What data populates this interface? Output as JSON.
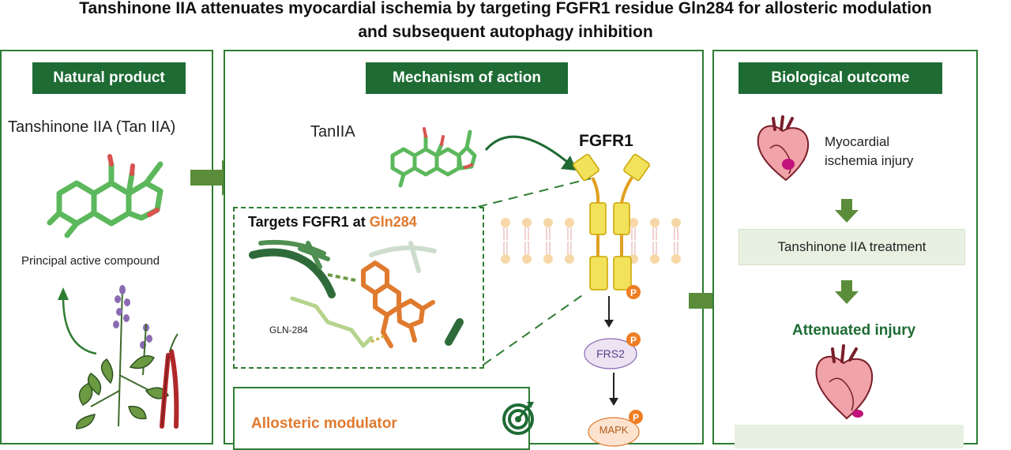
{
  "title": {
    "line1": "Tanshinone IIA attenuates myocardial ischemia by targeting FGFR1 residue Gln284 for allosteric modulation",
    "line2": "and subsequent autophagy inhibition"
  },
  "panels": {
    "natural_product": {
      "header": "Natural product",
      "compound_name": "Tanshinone IIA (Tan IIA)",
      "compound_caption": "Principal active compound"
    },
    "mechanism": {
      "header": "Mechanism of action",
      "ligand_label": "TanIIA",
      "receptor_label": "FGFR1",
      "inset_title_prefix": "Targets FGFR1 at ",
      "inset_title_residue": "Gln284",
      "residue_label": "GLN-284",
      "phospho_label": "P",
      "frs2_label": "FRS2",
      "mapk_label": "MAPK",
      "bottom_box_title": "Allosteric modulator"
    },
    "outcome": {
      "header": "Biological outcome",
      "injury_label_line1": "Myocardial",
      "injury_label_line2": "ischemia injury",
      "treatment_label": "Tanshinone IIA treatment",
      "result_label": "Attenuated injury"
    }
  },
  "colors": {
    "panel_border": "#2e7d32",
    "header_bg": "#1e6b34",
    "molecule_green": "#5cb85c",
    "residue_orange": "#e07a2e",
    "receptor_yellow": "#f2e15a",
    "phospho_orange": "#ef7d22",
    "arrow_green": "#5b8c3a",
    "frs2_fill": "#ece4f3",
    "mapk_fill": "#fde3cf",
    "treatment_box": "#e8f0e2"
  }
}
